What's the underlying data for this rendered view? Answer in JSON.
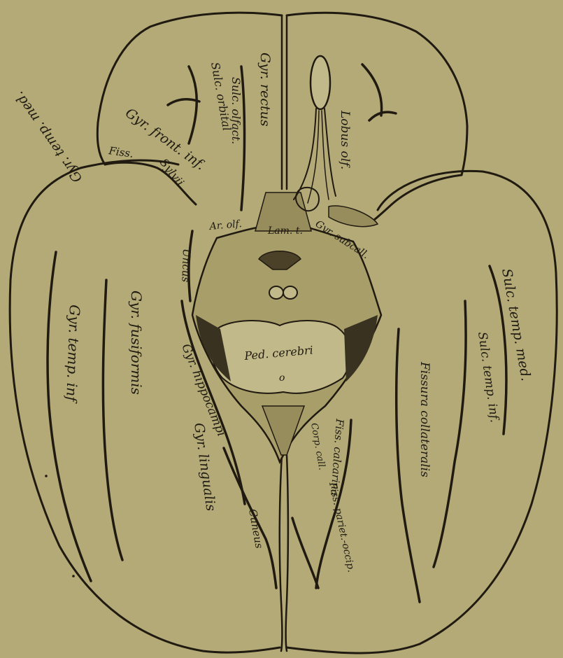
{
  "figure": {
    "background": "#b3aa78",
    "ink": "#1f1a10",
    "labels": {
      "gyr_rectus": "Gyr. rectus",
      "sulc_olfact": "Sulc. olfact.",
      "sulc_orbital": "Sulc. orbital",
      "gyr_front_inf": "Gyr. front. inf.",
      "fiss": "Fiss.",
      "sylvii": "Sylvii",
      "lobus_olf": "Lobus olf.",
      "gyr_temp_med": "Gyr. temp. med.",
      "ar_olf": "Ar. olf.",
      "lam_t": "Lam. t.",
      "gyr_subcall": "Gyr. subcall.",
      "uncus": "Uncus",
      "ped_cerebri": "Ped. cerebri",
      "ped_o": "o",
      "gyr_temp_inf": "Gyr. temp. inf",
      "gyr_fusiformis": "Gyr. fusiformis",
      "gyr_hippocampi": "Gyr. hippocampi",
      "gyr_lingualis": "Gyr. lingualis",
      "cuneus": "Cuneus",
      "corp_call": "Corp. call.",
      "fiss_calcarina": "Fiss. calcarina",
      "fiss_pariet_occip": "Fiss. pariet.-occip.",
      "fissura_collateralis": "Fissura collateralis",
      "sulc_temp_inf": "Sulc. temp. inf.",
      "sulc_temp_med": "Sulc. temp. med."
    }
  }
}
